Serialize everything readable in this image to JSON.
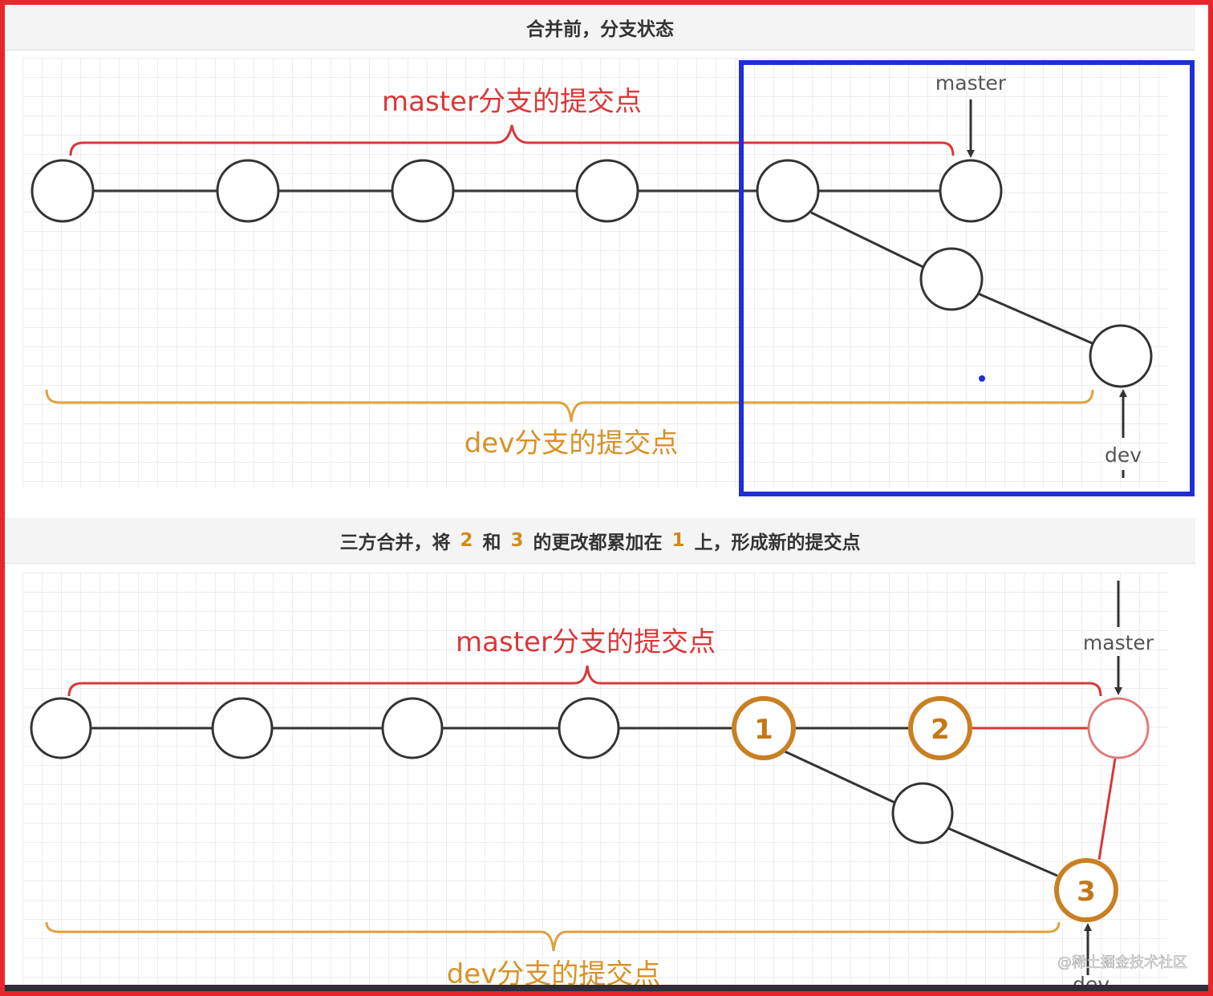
{
  "top": {
    "title": "合并前，分支状态",
    "master_label": "master分支的提交点",
    "dev_label": "dev分支的提交点",
    "master_pointer": "master",
    "dev_pointer": "dev"
  },
  "bottom": {
    "title_parts": [
      "三方合并，将",
      "2",
      "和",
      "3",
      "的更改都累加在",
      "1",
      "上，形成新的提交点"
    ],
    "master_label": "master分支的提交点",
    "dev_label": "dev分支的提交点",
    "master_pointer": "master",
    "dev_pointer": "dev",
    "commit_numbers": [
      "1",
      "2",
      "3"
    ]
  },
  "watermark": "@稀土掘金技术社区",
  "colors": {
    "master_brace": "#d9383a",
    "dev_brace": "#e0a23c",
    "highlight_box": "#1f2ed6",
    "numbered_commit": "#c98022",
    "merge_commit": "#e07a7a"
  }
}
